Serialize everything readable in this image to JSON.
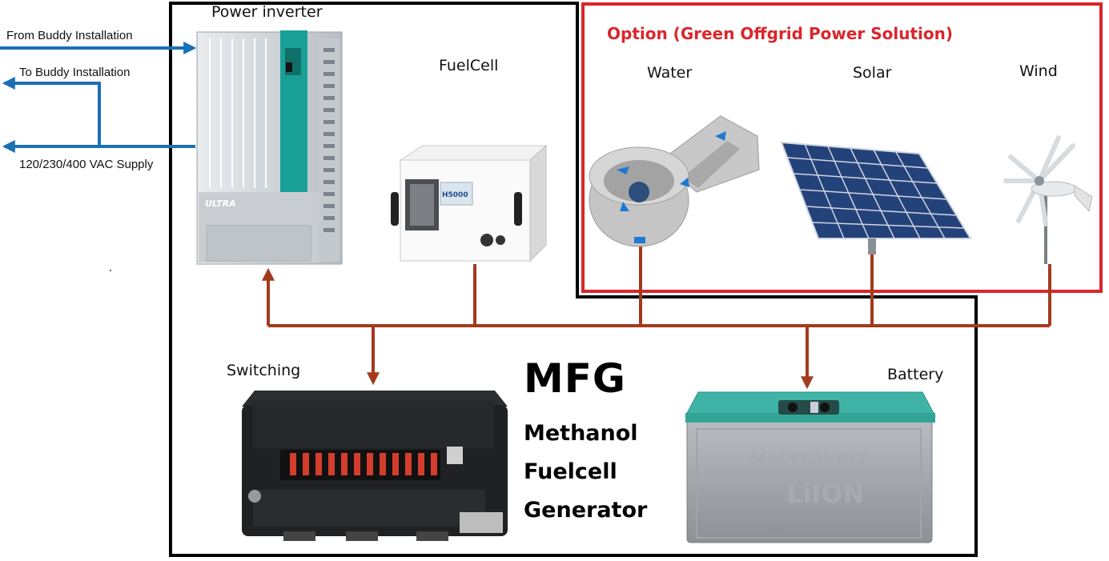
{
  "labels": {
    "power_inverter": "Power inverter",
    "fuelcell": "FuelCell",
    "water": "Water",
    "solar": "Solar",
    "wind": "Wind",
    "switching": "Switching",
    "battery": "Battery"
  },
  "option_title": "Option (Green Offgrid Power Solution)",
  "side": {
    "from": "From Buddy Installation",
    "to": "To Buddy Installation",
    "supply": "120/230/400 VAC Supply"
  },
  "mfg": {
    "acronym": "MFG",
    "line1": "Methanol",
    "line2": "Fuelcell",
    "line3": "Generator"
  },
  "devices": {
    "inverter_badge": "ULTRA",
    "fuelcell_badge": "H5000",
    "battery_brand": "MASTERVOLT",
    "battery_model": "LiION"
  },
  "colors": {
    "wire": "#a33a1c",
    "ac_line": "#1b6fb5",
    "frame": "#000000",
    "option_frame": "#d9262c",
    "battery_cap": "#3fb3a6",
    "inverter_accent": "#19a096"
  }
}
